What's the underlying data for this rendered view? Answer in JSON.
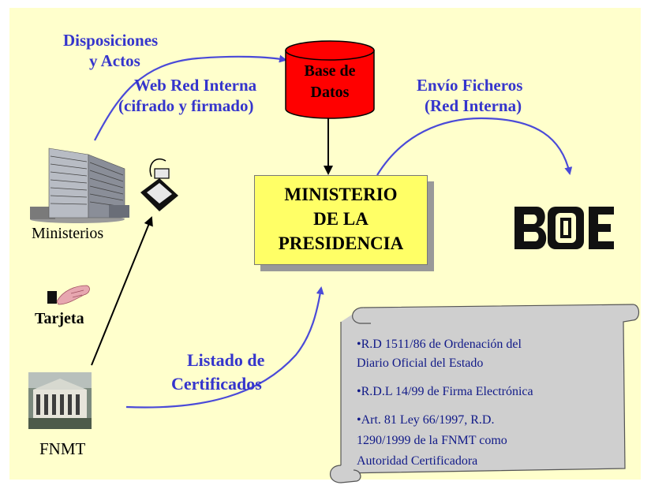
{
  "diagram": {
    "labels": {
      "disposiciones": [
        "Disposiciones",
        "y Actos"
      ],
      "web_red_interna": [
        "Web Red Interna",
        "(cifrado y firmado)"
      ],
      "envio_ficheros": [
        "Envío Ficheros",
        "(Red Interna)"
      ],
      "listado": [
        "Listado de",
        "Certificados"
      ]
    },
    "database": {
      "lines": [
        "Base de",
        "Datos"
      ],
      "color": "#ff0000"
    },
    "ministry": {
      "lines": [
        "MINISTERIO",
        "DE LA",
        "PRESIDENCIA"
      ],
      "color": "#ffff66"
    },
    "nodes": {
      "ministerios": "Ministerios",
      "tarjeta": "Tarjeta",
      "fnmt": "FNMT",
      "boe_logo": "BOE"
    },
    "notes": [
      "•R.D 1511/86 de Ordenación del",
      "Diario Oficial del Estado",
      "•R.D.L 14/99 de Firma Electrónica",
      "•Art. 81 Ley 66/1997, R.D.",
      "1290/1999 de la FNMT como",
      "Autoridad Certificadora"
    ]
  },
  "colors": {
    "background": "#ffffcc",
    "label_text": "#3535cc",
    "arrow": "#4a4ad8",
    "scroll": "#cfcfcf",
    "note_text": "#111a88"
  },
  "icons": [
    "building-icon",
    "card-reader-icon",
    "card-hand-icon",
    "fnmt-building-icon",
    "boe-logo-icon"
  ]
}
